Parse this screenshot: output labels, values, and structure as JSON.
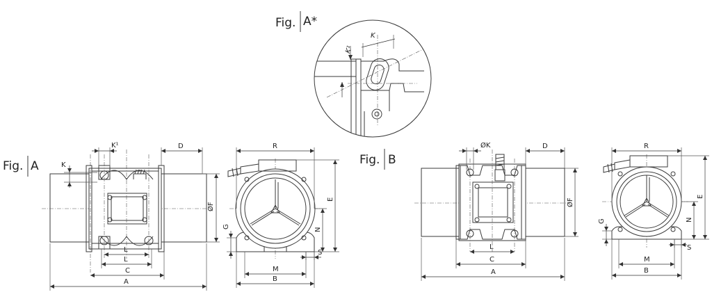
{
  "figures": {
    "detail": {
      "prefix": "Fig.",
      "label": "A*",
      "dims": {
        "k": "K",
        "k1": "K¹"
      }
    },
    "a": {
      "prefix": "Fig.",
      "label": "A",
      "side": {
        "k": "K",
        "k1": "K¹",
        "d": "D",
        "f": "ØF",
        "l1": "L",
        "l2": "L",
        "c": "C",
        "a": "A"
      },
      "front": {
        "r": "R",
        "e": "E",
        "g": "G",
        "n": "N",
        "s": "S",
        "m": "M",
        "b": "B"
      }
    },
    "b": {
      "prefix": "Fig.",
      "label": "B",
      "side": {
        "k": "ØK",
        "d": "D",
        "f": "ØF",
        "l": "L",
        "c": "C",
        "a": "A"
      },
      "front": {
        "r": "R",
        "e": "E",
        "g": "G",
        "n": "N",
        "s": "S",
        "m": "M",
        "b": "B"
      }
    }
  }
}
